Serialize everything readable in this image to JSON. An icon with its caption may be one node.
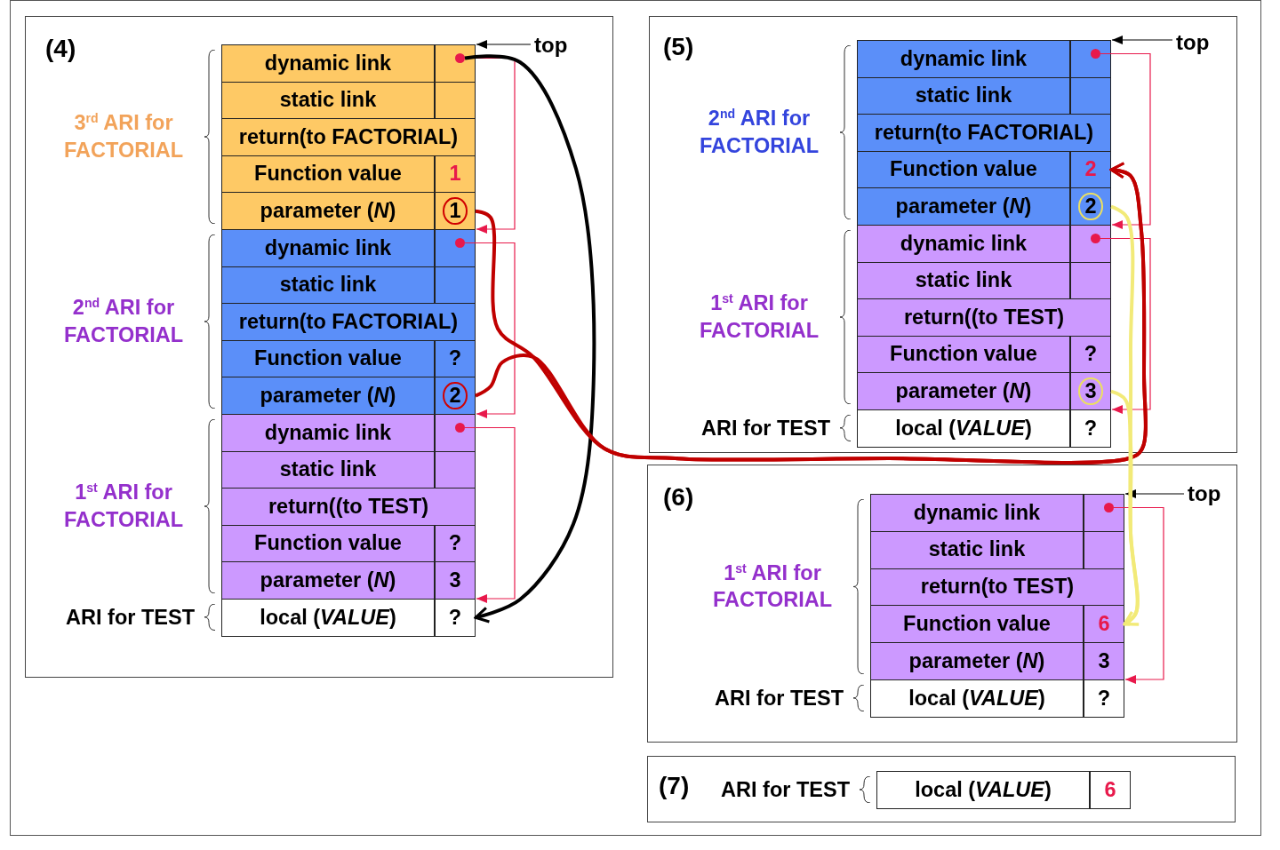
{
  "diagram": {
    "nodes": [
      {
        "text": [
          "(4)"
        ]
      },
      {
        "text": [
          "3$^{rd}$ ARI for FACTORIAL"
        ],
        "in": 0
      },
      {
        "text": [
          "dynamic link"
        ],
        "in": 1
      },
      {
        "text": [],
        "shape": "circle",
        "in": 1
      },
      {
        "text": [
          "static link"
        ],
        "in": 1
      },
      {
        "text": [],
        "shape": "box",
        "in": 1
      },
      {
        "text": [
          "return(to FACTORIAL)"
        ],
        "in": 1
      },
      {
        "text": [
          "Function value"
        ],
        "in": 1
      },
      {
        "text": [
          "1"
        ],
        "in": 1
      },
      {
        "text": [
          "parameter (*N*)"
        ],
        "in": 1
      },
      {
        "text": [
          "1"
        ],
        "in": 1
      },
      {
        "text": [
          "2$^{nd}$ ARI for FACTORIAL"
        ],
        "in": 0
      },
      {
        "text": [
          "dynamic link"
        ],
        "in": 11
      },
      {
        "text": [],
        "shape": "circle",
        "in": 11
      },
      {
        "text": [
          "static link"
        ],
        "in": 11
      },
      {
        "text": [],
        "shape": "box",
        "in": 11
      },
      {
        "text": [
          "return(to FACTORIAL)"
        ],
        "in": 11
      },
      {
        "text": [
          "Function value"
        ],
        "in": 11
      },
      {
        "text": [
          "?"
        ],
        "in": 11
      },
      {
        "text": [
          "parameter (*N*)"
        ],
        "in": 11
      },
      {
        "text": [
          "2"
        ],
        "in": 11
      },
      {
        "text": [
          "1$^{st}$ ARI for FACTORIAL"
        ],
        "in": 0
      },
      {
        "text": [
          "dynamic link"
        ],
        "in": 21
      },
      {
        "text": [],
        "shape": "circle",
        "in": 21
      },
      {
        "text": [
          "static link"
        ],
        "in": 21
      },
      {
        "text": [],
        "shape": "box",
        "in": 21
      },
      {
        "text": [
          "return((to TEST)"
        ],
        "in": 21
      },
      {
        "text": [
          "Function value"
        ],
        "in": 21
      },
      {
        "text": [
          "?"
        ],
        "in": 21
      },
      {
        "text": [
          "parameter (*N*)"
        ],
        "in": 21
      },
      {
        "text": [
          "3"
        ],
        "in": 21
      },
      {
        "text": [
          "ARI for TEST"
        ],
        "in": 0
      },
      {
        "text": [
          "local (*VALUE*)"
        ],
        "in": 31
      },
      {
        "text": [
          "?"
        ],
        "in": 31
      },
      {
        "text": [
          "top"
        ],
        "in": 0
      },
      {
        "text": [
          "(5)"
        ]
      },
      {
        "text": [
          "2$^{nd}$ ARI for FACTORIAL"
        ],
        "in": 35
      },
      {
        "text": [
          "dynamic link"
        ],
        "in": 36
      },
      {
        "text": [],
        "shape": "circle",
        "in": 36
      },
      {
        "text": [
          "static link"
        ],
        "in": 36
      },
      {
        "text": [],
        "shape": "box",
        "in": 36
      },
      {
        "text": [
          "return(to FACTORIAL)"
        ],
        "in": 36
      },
      {
        "text": [
          "Function value"
        ],
        "in": 36
      },
      {
        "text": [
          "2"
        ],
        "in": 36
      },
      {
        "text": [
          "parameter (*N*)"
        ],
        "in": 36
      },
      {
        "text": [
          "2"
        ],
        "in": 36
      },
      {
        "text": [
          "1$^{st}$ ARI for FACTORIAL"
        ],
        "in": 35
      },
      {
        "text": [
          "dynamic link"
        ],
        "in": 46
      },
      {
        "text": [],
        "shape": "circle",
        "in": 46
      },
      {
        "text": [
          "static link"
        ],
        "in": 46
      },
      {
        "text": [],
        "shape": "box",
        "in": 46
      },
      {
        "text": [
          "return((to TEST)"
        ],
        "in": 46
      },
      {
        "text": [
          "Function value"
        ],
        "in": 46
      },
      {
        "text": [
          "?"
        ],
        "in": 46
      },
      {
        "text": [
          "parameter (*N*)"
        ],
        "in": 46
      },
      {
        "text": [
          "3"
        ],
        "in": 46
      },
      {
        "text": [
          "ARI for TEST"
        ],
        "in": 35
      },
      {
        "text": [
          "local (*VALUE*)"
        ],
        "in": 56
      },
      {
        "text": [
          "?"
        ],
        "in": 56
      },
      {
        "text": [
          "top"
        ],
        "in": 35
      },
      {
        "text": [
          "(6)"
        ]
      },
      {
        "text": [
          "1$^{st}$ ARI for FACTORIAL"
        ],
        "in": 60
      },
      {
        "text": [
          "dynamic link"
        ],
        "in": 61
      },
      {
        "text": [],
        "shape": "circle",
        "in": 61
      },
      {
        "text": [
          "static link"
        ],
        "in": 61
      },
      {
        "text": [],
        "shape": "box",
        "in": 61
      },
      {
        "text": [
          "return(to TEST)"
        ],
        "in": 61
      },
      {
        "text": [
          "Function value"
        ],
        "in": 61
      },
      {
        "text": [
          "6"
        ],
        "in": 61
      },
      {
        "text": [
          "parameter (*N*)"
        ],
        "in": 61
      },
      {
        "text": [
          "3"
        ],
        "in": 61
      },
      {
        "text": [
          "ARI for TEST"
        ],
        "in": 60
      },
      {
        "text": [
          "local (*VALUE*)"
        ],
        "in": 71
      },
      {
        "text": [
          "?"
        ],
        "in": 71
      },
      {
        "text": [
          "top"
        ],
        "in": 60
      },
      {
        "text": [
          "(7)"
        ]
      },
      {
        "text": [
          "ARI for TEST"
        ],
        "in": 75
      },
      {
        "text": [
          "local (*VALUE*)"
        ],
        "in": 76
      },
      {
        "text": [
          "6"
        ],
        "in": 76
      }
    ],
    "edges": [
      {
        "from": 3,
        "to": 11,
        "arrow": "to"
      },
      {
        "from": 13,
        "to": 21,
        "arrow": "to"
      },
      {
        "from": 23,
        "to": 31,
        "arrow": "to"
      },
      {
        "from": 38,
        "to": 46,
        "arrow": "to"
      },
      {
        "from": 48,
        "to": 56,
        "arrow": "to"
      },
      {
        "from": 63,
        "to": 71,
        "arrow": "to"
      },
      {
        "from": 34,
        "to": 1,
        "arrow": "to",
        "color": "#000000"
      },
      {
        "from": 59,
        "to": 36,
        "arrow": "to",
        "color": "#000000"
      },
      {
        "from": 74,
        "to": 61,
        "arrow": "to",
        "color": "#000000"
      },
      {
        "from": 3,
        "to": 33,
        "arrow": "to",
        "style": "thick",
        "color": "#000000"
      },
      {
        "from": 10,
        "to": 43,
        "arrow": "to",
        "style": "thick",
        "color": "#c00000"
      },
      {
        "from": 20,
        "to": 43,
        "arrow": "to",
        "style": "thick",
        "color": "#c00000"
      },
      {
        "from": 45,
        "to": 68,
        "arrow": "to",
        "style": "thick",
        "color": "#f2ea78"
      },
      {
        "from": 55,
        "to": 68,
        "arrow": "to",
        "style": "thick",
        "color": "#f2ea78"
      }
    ]
  }
}
